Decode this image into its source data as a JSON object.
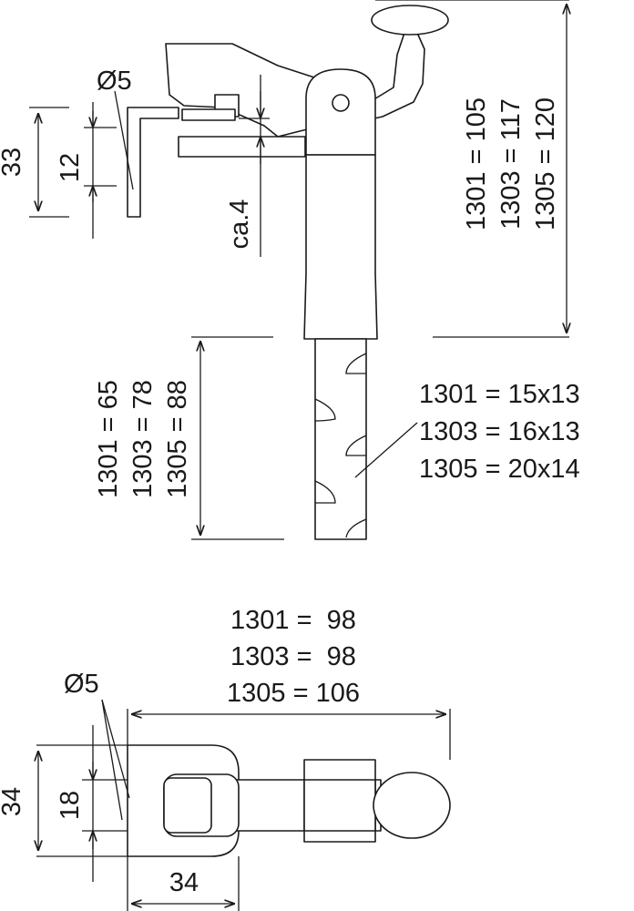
{
  "side_view": {
    "hole_dia_label": "Ø5",
    "dim_33": "33",
    "dim_12": "12",
    "dim_ca4": "ca.4",
    "total_height": [
      "1301 = 105",
      "1303 = 117",
      "1305 = 120"
    ],
    "shaft_length": [
      "1301 = 65",
      "1303 = 78",
      "1305 = 88"
    ],
    "shaft_section": [
      "1301 = 15x13",
      "1303 = 16x13",
      "1305 = 20x14"
    ]
  },
  "top_view": {
    "overall_length": [
      "1301 =  98",
      "1303 =  98",
      "1305 = 106"
    ],
    "hole_dia_label": "Ø5",
    "dim_34_height": "34",
    "dim_18": "18",
    "dim_34_width": "34"
  }
}
